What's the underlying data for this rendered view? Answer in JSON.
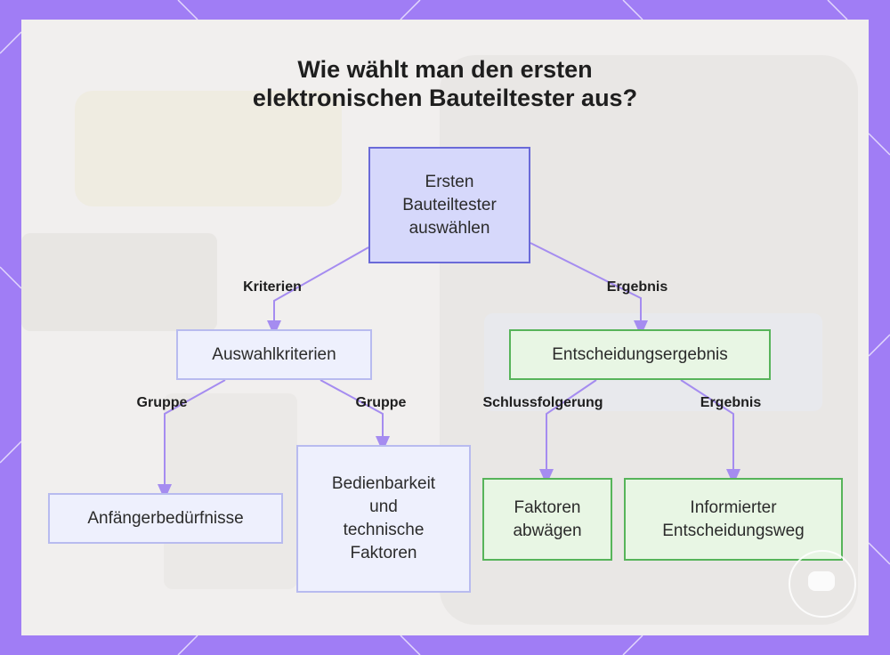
{
  "title": {
    "line1": "Wie wählt man den ersten",
    "line2": "elektronischen Bauteiltester aus?"
  },
  "nodes": {
    "root": [
      "Ersten",
      "Bauteiltester",
      "auswählen"
    ],
    "criteria": [
      "Auswahlkriterien"
    ],
    "result": [
      "Entscheidungsergebnis"
    ],
    "beginner": [
      "Anfängerbedürfnisse"
    ],
    "usability": [
      "Bedienbarkeit",
      "und",
      "technische",
      "Faktoren"
    ],
    "weigh": [
      "Faktoren",
      "abwägen"
    ],
    "informed": [
      "Informierter",
      "Entscheidungsweg"
    ]
  },
  "edges": {
    "root_criteria": "Kriterien",
    "root_result": "Ergebnis",
    "criteria_beginner": "Gruppe",
    "criteria_usability": "Gruppe",
    "result_weigh": "Schlussfolgerung",
    "result_informed": "Ergebnis"
  },
  "colors": {
    "frame": "#a07df5",
    "panel": "#f1efee",
    "connector": "#a58cf0",
    "root_fill": "#d6d8fb",
    "root_border": "#6a6ad8",
    "criteria_fill": "#eef0fd",
    "criteria_border": "#b8bbef",
    "result_fill": "#e8f6e4",
    "result_border": "#57b45a"
  }
}
